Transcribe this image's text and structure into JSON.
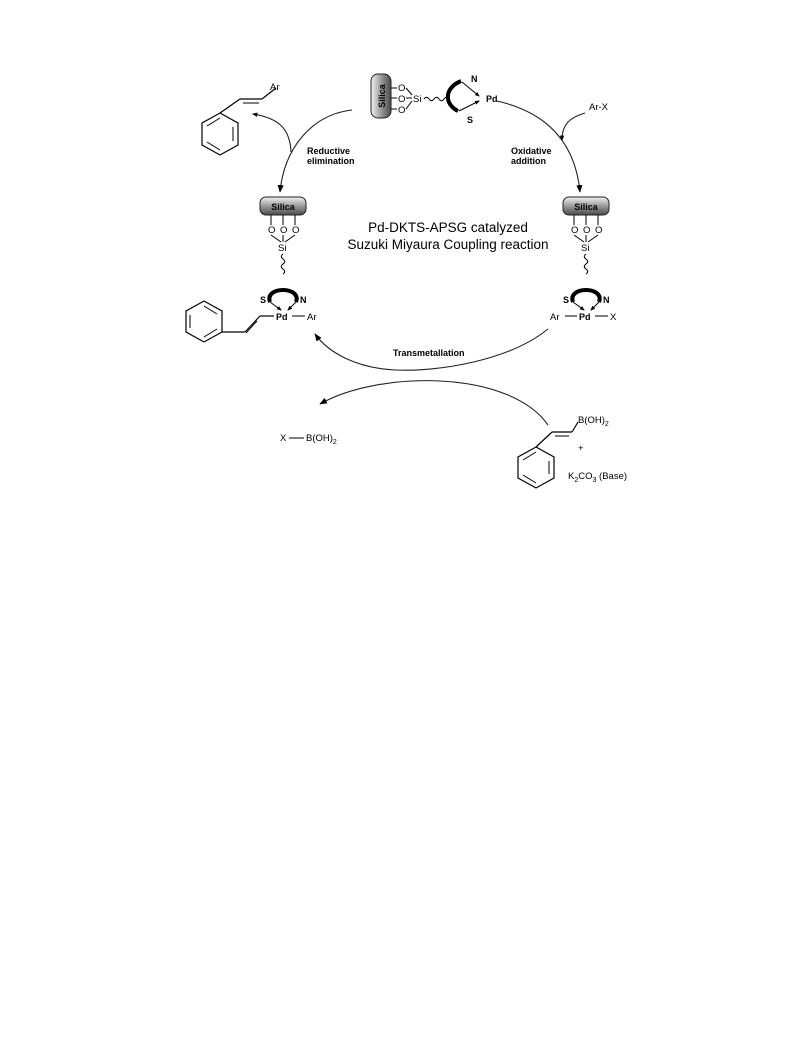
{
  "title": {
    "line1": "Pd-DKTS-APSG catalyzed",
    "line2": "Suzuki Miyaura Coupling reaction"
  },
  "steps": {
    "reductive": {
      "line1": "Reductive",
      "line2": "elimination"
    },
    "oxidative": {
      "line1": "Oxidative",
      "line2": "addition"
    },
    "transmetallation": "Transmetallation"
  },
  "reagents": {
    "arx": "Ar-X",
    "product_ar": "Ar",
    "byproduct_x": "X",
    "byproduct_boron": "B(OH)",
    "boron_subscript": "2",
    "vinyl_boron": "B(OH)",
    "plus": "+",
    "base_k": "K",
    "base_k_sub": "2",
    "base_co": "CO",
    "base_co_sub": "3",
    "base_label": " (Base)"
  },
  "support": {
    "silica": "Silica",
    "oxygen": "O",
    "silicon": "Si"
  },
  "ligand": {
    "sulfur": "S",
    "nitrogen": "N",
    "palladium": "Pd",
    "aryl": "Ar",
    "halide": "X"
  },
  "colors": {
    "silica_light": "#f2f2f2",
    "silica_dark": "#4a4a4a",
    "ink": "#000000"
  }
}
